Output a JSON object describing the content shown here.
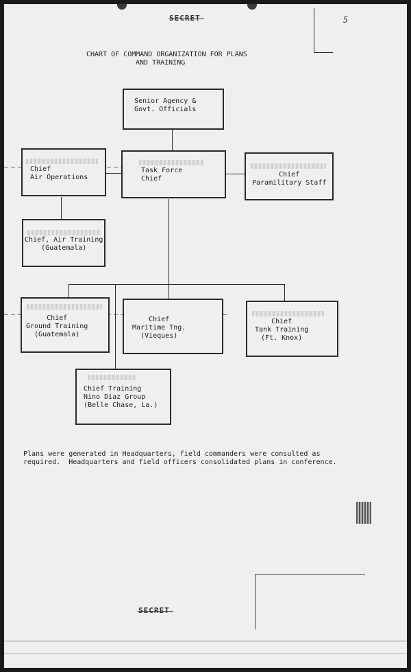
{
  "header": {
    "classification": "SECRET",
    "page_number": "5",
    "title_line1": "CHART OF COMMAND ORGANIZATION FOR PLANS",
    "title_line2": "AND TRAINING"
  },
  "org_chart": {
    "senior": "Senior Agency &\nGovt. Officials",
    "task_force": "Task Force\nChief",
    "air_ops": "Chief\nAir Operations",
    "paramilitary": "Chief\nParamilitary Staff",
    "air_training": "Chief, Air Training\n(Guatemala)",
    "ground_training": "Chief\nGround Training\n(Guatemala)",
    "maritime": "Chief\nMaritime Tng.\n(Vieques)",
    "tank_training": "Chief\nTank Training\n(Ft. Knox)",
    "nino_diaz": "Chief Training\nNino Diaz Group\n(Belle Chase, La.)"
  },
  "note": {
    "line1": "Plans were generated in Headquarters, field commanders were consulted as",
    "line2": "required.  Headquarters and field officers consolidated plans in conference."
  },
  "footer": {
    "classification": "SECRET"
  }
}
